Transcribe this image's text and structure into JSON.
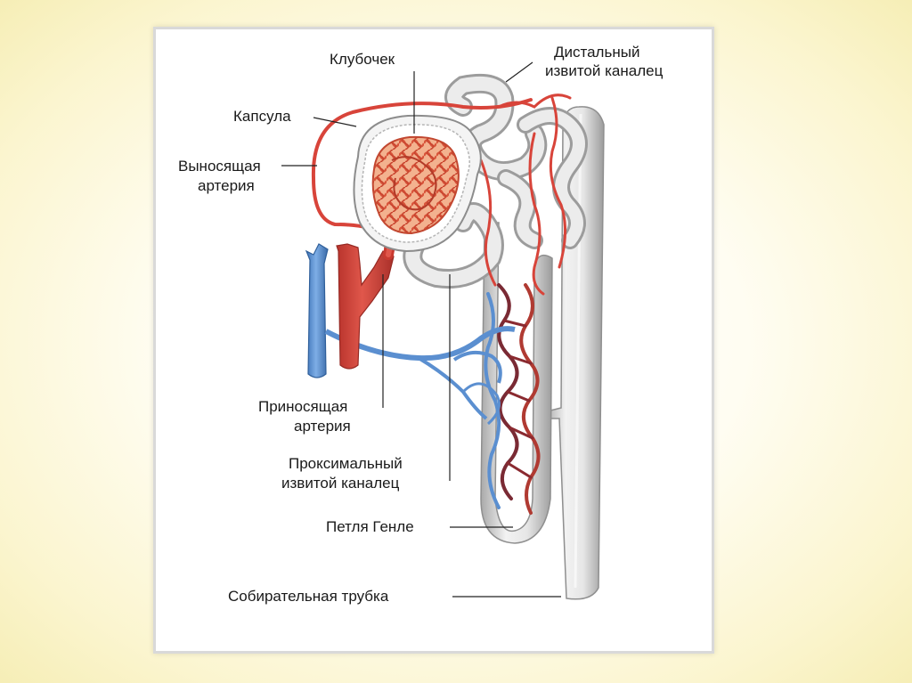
{
  "labels": {
    "klubochek": "Клубочек",
    "distal_line1": "Дистальный",
    "distal_line2": "извитой каналец",
    "kapsula": "Капсула",
    "vynos_line1": "Выносящая",
    "vynos_line2": "артерия",
    "prinos_line1": "Приносящая",
    "prinos_line2": "артерия",
    "proximal_line1": "Проксимальный",
    "proximal_line2": "извитой каналец",
    "petlya": "Петля Генле",
    "sobir": "Собирательная трубка"
  },
  "colors": {
    "artery": "#d8443a",
    "vein": "#5b8fd0",
    "tubule": "#dcdcdc",
    "tubule_edge": "#9a9a9a",
    "glomerulus": "#e8794a",
    "leader": "#222222"
  }
}
